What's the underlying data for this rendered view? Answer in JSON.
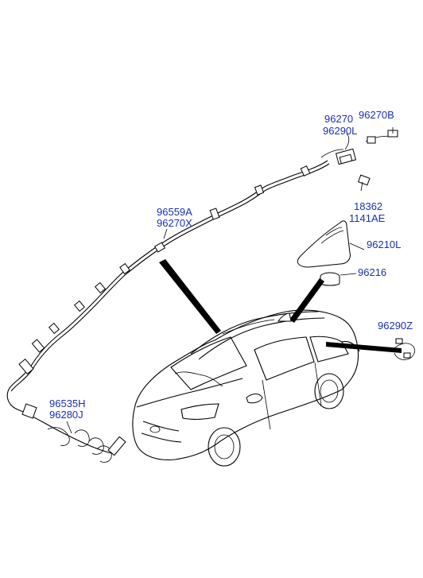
{
  "callouts": {
    "c96270": "96270",
    "c96290L": "96290L",
    "c96270B": "96270B",
    "c18362": "18362",
    "c1141AE": "1141AE",
    "c96559A": "96559A",
    "c96270X": "96270X",
    "c96210L": "96210L",
    "c96216": "96216",
    "c96290Z": "96290Z",
    "c96535H": "96535H",
    "c96280J": "96280J"
  },
  "colors": {
    "label": "#1a2fb5",
    "line": "#000000"
  }
}
